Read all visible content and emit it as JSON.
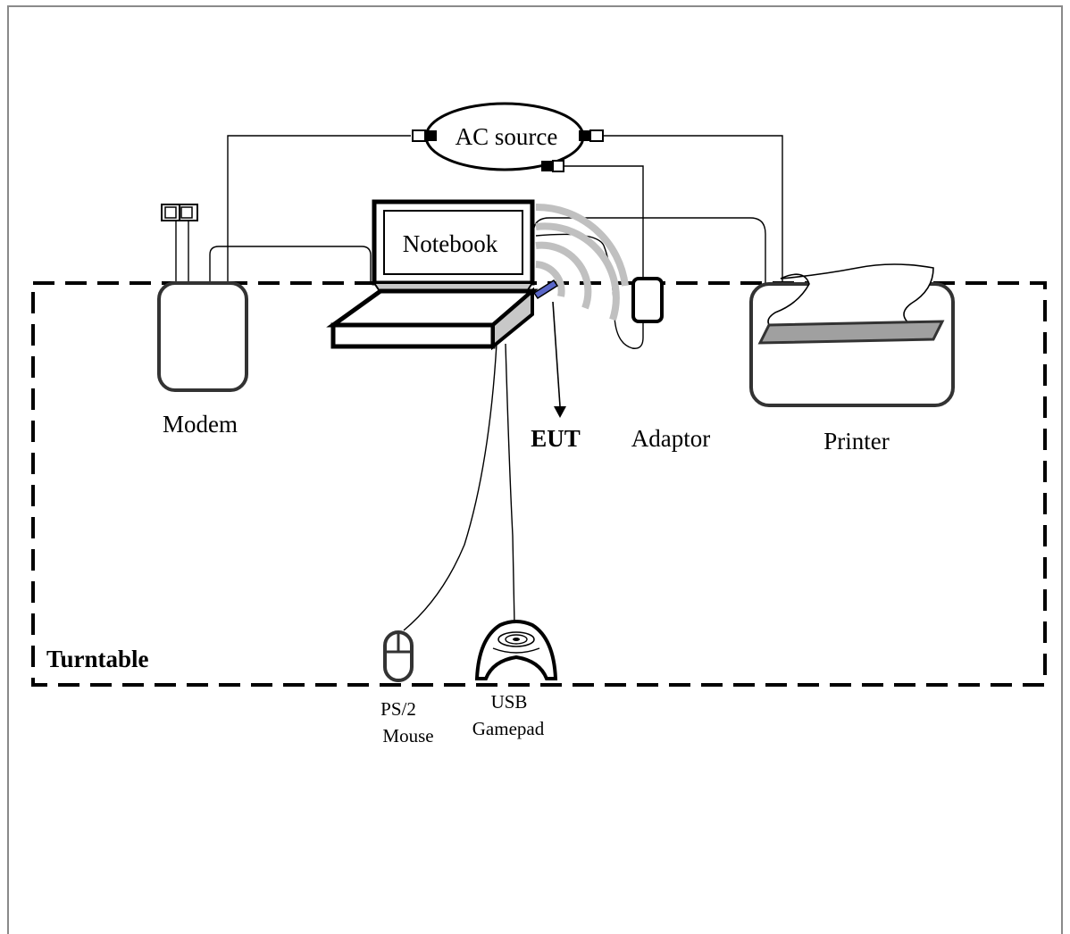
{
  "diagram": {
    "labels": {
      "ac_source": "AC source",
      "notebook": "Notebook",
      "modem": "Modem",
      "eut": "EUT",
      "adaptor": "Adaptor",
      "printer": "Printer",
      "turntable": "Turntable",
      "mouse_line1": "PS/2",
      "mouse_line2": "Mouse",
      "gamepad_line1": "USB",
      "gamepad_line2": "Gamepad"
    },
    "colors": {
      "line": "#000000",
      "device_outline": "#333333",
      "printer_slot_fill": "#a0a0a0",
      "wireless_arcs": "#c0c0c0",
      "usb_dongle": "#5a67c8",
      "border": "#8a8a8a"
    }
  }
}
